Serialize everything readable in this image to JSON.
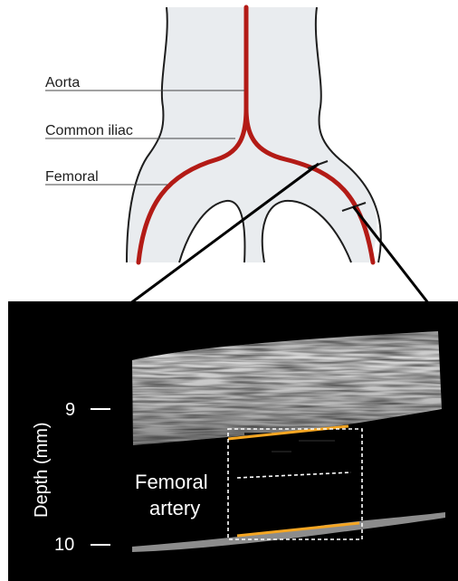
{
  "anatomy": {
    "labels": {
      "aorta": "Aorta",
      "common_iliac": "Common iliac",
      "femoral": "Femoral"
    },
    "vessel_color": "#b31b16",
    "body_fill": "#e9ecef",
    "outline_color": "#1e1e1e"
  },
  "ultrasound": {
    "axis_label": "Depth (mm)",
    "tick_labels": [
      "9",
      "10"
    ],
    "vessel_label_line1": "Femoral",
    "vessel_label_line2": "artery",
    "wall_highlight_color": "#f5a623",
    "background_color": "#000000"
  }
}
